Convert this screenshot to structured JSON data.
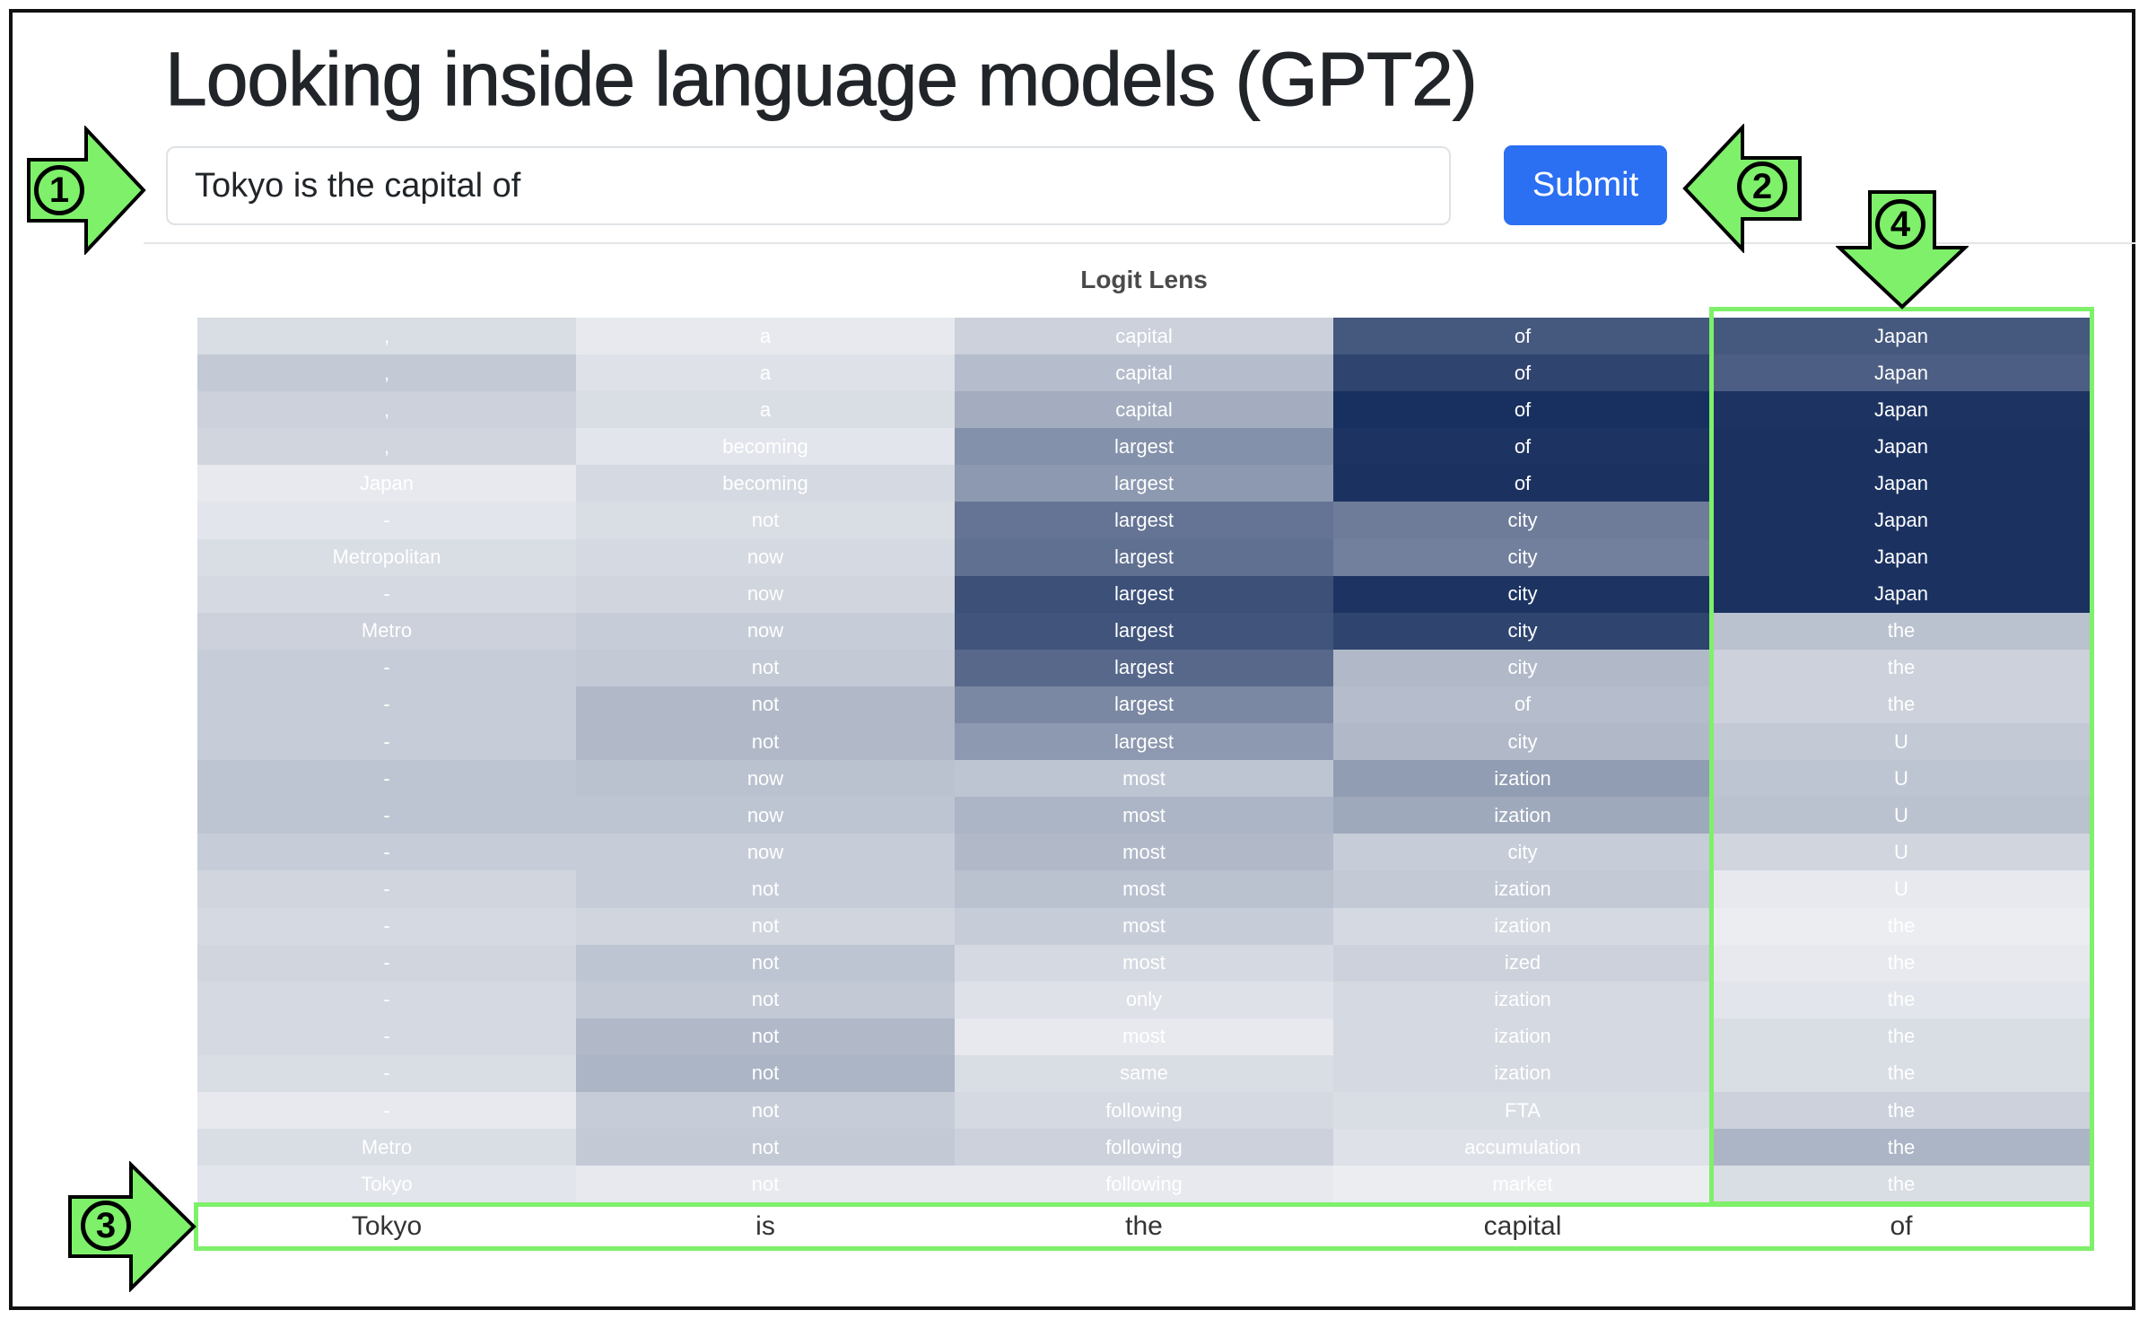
{
  "title": "Looking inside language models (GPT2)",
  "prompt": {
    "value": "Tokyo is the capital of"
  },
  "submit_label": "Submit",
  "heatmap": {
    "title": "Logit Lens",
    "columns": [
      "Tokyo",
      "is",
      "the",
      "capital",
      "of"
    ],
    "rows": [
      [
        {
          "t": ",",
          "s": 0.12
        },
        {
          "t": "a",
          "s": 0.06
        },
        {
          "t": "capital",
          "s": 0.18
        },
        {
          "t": "of",
          "s": 0.78
        },
        {
          "t": "Japan",
          "s": 0.78
        }
      ],
      [
        {
          "t": ",",
          "s": 0.22
        },
        {
          "t": "a",
          "s": 0.1
        },
        {
          "t": "capital",
          "s": 0.28
        },
        {
          "t": "of",
          "s": 0.88
        },
        {
          "t": "Japan",
          "s": 0.75
        }
      ],
      [
        {
          "t": ",",
          "s": 0.18
        },
        {
          "t": "a",
          "s": 0.12
        },
        {
          "t": "capital",
          "s": 0.36
        },
        {
          "t": "of",
          "s": 0.98
        },
        {
          "t": "Japan",
          "s": 0.96
        }
      ],
      [
        {
          "t": ",",
          "s": 0.16
        },
        {
          "t": "becoming",
          "s": 0.08
        },
        {
          "t": "largest",
          "s": 0.5
        },
        {
          "t": "of",
          "s": 0.96
        },
        {
          "t": "Japan",
          "s": 0.97
        }
      ],
      [
        {
          "t": "Japan",
          "s": 0.06
        },
        {
          "t": "becoming",
          "s": 0.14
        },
        {
          "t": "largest",
          "s": 0.46
        },
        {
          "t": "of",
          "s": 0.97
        },
        {
          "t": "Japan",
          "s": 0.97
        }
      ],
      [
        {
          "t": "-",
          "s": 0.08
        },
        {
          "t": "not",
          "s": 0.12
        },
        {
          "t": "largest",
          "s": 0.64
        },
        {
          "t": "city",
          "s": 0.6
        },
        {
          "t": "Japan",
          "s": 0.97
        }
      ],
      [
        {
          "t": "Metropolitan",
          "s": 0.12
        },
        {
          "t": "now",
          "s": 0.14
        },
        {
          "t": "largest",
          "s": 0.66
        },
        {
          "t": "city",
          "s": 0.58
        },
        {
          "t": "Japan",
          "s": 0.97
        }
      ],
      [
        {
          "t": "-",
          "s": 0.14
        },
        {
          "t": "now",
          "s": 0.16
        },
        {
          "t": "largest",
          "s": 0.82
        },
        {
          "t": "city",
          "s": 0.96
        },
        {
          "t": "Japan",
          "s": 0.97
        }
      ],
      [
        {
          "t": "Metro",
          "s": 0.18
        },
        {
          "t": "now",
          "s": 0.2
        },
        {
          "t": "largest",
          "s": 0.8
        },
        {
          "t": "city",
          "s": 0.88
        },
        {
          "t": "the",
          "s": 0.26
        }
      ],
      [
        {
          "t": "-",
          "s": 0.2
        },
        {
          "t": "not",
          "s": 0.22
        },
        {
          "t": "largest",
          "s": 0.7
        },
        {
          "t": "city",
          "s": 0.3
        },
        {
          "t": "the",
          "s": 0.18
        }
      ],
      [
        {
          "t": "-",
          "s": 0.2
        },
        {
          "t": "not",
          "s": 0.3
        },
        {
          "t": "largest",
          "s": 0.54
        },
        {
          "t": "of",
          "s": 0.28
        },
        {
          "t": "the",
          "s": 0.18
        }
      ],
      [
        {
          "t": "-",
          "s": 0.2
        },
        {
          "t": "not",
          "s": 0.3
        },
        {
          "t": "largest",
          "s": 0.46
        },
        {
          "t": "city",
          "s": 0.3
        },
        {
          "t": "U",
          "s": 0.22
        }
      ],
      [
        {
          "t": "-",
          "s": 0.24
        },
        {
          "t": "now",
          "s": 0.26
        },
        {
          "t": "most",
          "s": 0.24
        },
        {
          "t": "ization",
          "s": 0.44
        },
        {
          "t": "U",
          "s": 0.24
        }
      ],
      [
        {
          "t": "-",
          "s": 0.24
        },
        {
          "t": "now",
          "s": 0.24
        },
        {
          "t": "most",
          "s": 0.32
        },
        {
          "t": "ization",
          "s": 0.38
        },
        {
          "t": "U",
          "s": 0.26
        }
      ],
      [
        {
          "t": "-",
          "s": 0.2
        },
        {
          "t": "now",
          "s": 0.2
        },
        {
          "t": "most",
          "s": 0.3
        },
        {
          "t": "city",
          "s": 0.2
        },
        {
          "t": "U",
          "s": 0.16
        }
      ],
      [
        {
          "t": "-",
          "s": 0.16
        },
        {
          "t": "not",
          "s": 0.2
        },
        {
          "t": "most",
          "s": 0.26
        },
        {
          "t": "ization",
          "s": 0.22
        },
        {
          "t": "U",
          "s": 0.06
        }
      ],
      [
        {
          "t": "-",
          "s": 0.14
        },
        {
          "t": "not",
          "s": 0.16
        },
        {
          "t": "most",
          "s": 0.2
        },
        {
          "t": "ization",
          "s": 0.14
        },
        {
          "t": "the",
          "s": 0.04
        }
      ],
      [
        {
          "t": "-",
          "s": 0.16
        },
        {
          "t": "not",
          "s": 0.24
        },
        {
          "t": "most",
          "s": 0.14
        },
        {
          "t": "ized",
          "s": 0.18
        },
        {
          "t": "the",
          "s": 0.06
        }
      ],
      [
        {
          "t": "-",
          "s": 0.14
        },
        {
          "t": "not",
          "s": 0.22
        },
        {
          "t": "only",
          "s": 0.1
        },
        {
          "t": "ization",
          "s": 0.14
        },
        {
          "t": "the",
          "s": 0.08
        }
      ],
      [
        {
          "t": "-",
          "s": 0.14
        },
        {
          "t": "not",
          "s": 0.3
        },
        {
          "t": "most",
          "s": 0.06
        },
        {
          "t": "ization",
          "s": 0.14
        },
        {
          "t": "the",
          "s": 0.12
        }
      ],
      [
        {
          "t": "-",
          "s": 0.12
        },
        {
          "t": "not",
          "s": 0.32
        },
        {
          "t": "same",
          "s": 0.12
        },
        {
          "t": "ization",
          "s": 0.14
        },
        {
          "t": "the",
          "s": 0.12
        }
      ],
      [
        {
          "t": "-",
          "s": 0.06
        },
        {
          "t": "not",
          "s": 0.2
        },
        {
          "t": "following",
          "s": 0.14
        },
        {
          "t": "FTA",
          "s": 0.12
        },
        {
          "t": "the",
          "s": 0.18
        }
      ],
      [
        {
          "t": "Metro",
          "s": 0.12
        },
        {
          "t": "not",
          "s": 0.22
        },
        {
          "t": "following",
          "s": 0.18
        },
        {
          "t": "accumulation",
          "s": 0.1
        },
        {
          "t": "the",
          "s": 0.32
        }
      ],
      [
        {
          "t": "Tokyo",
          "s": 0.08
        },
        {
          "t": "not",
          "s": 0.06
        },
        {
          "t": "following",
          "s": 0.06
        },
        {
          "t": "market",
          "s": 0.04
        },
        {
          "t": "the",
          "s": 0.12
        }
      ]
    ]
  },
  "annotations": [
    "1",
    "2",
    "3",
    "4"
  ],
  "colors": {
    "heat_max": "#142c5c",
    "heat_min": "#f4f5f7",
    "annotation": "#7ef06a",
    "submit": "#2b6ff2"
  }
}
